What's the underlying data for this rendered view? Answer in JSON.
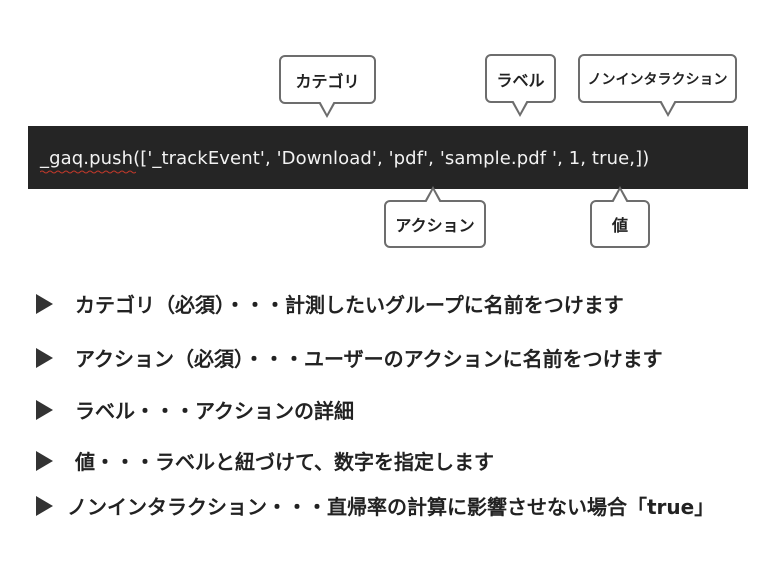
{
  "code": {
    "line": "_gaq.push(['_trackEvent', 'Download', 'pdf', 'sample.pdf ', 1, true,])"
  },
  "callouts": {
    "category": "カテゴリ",
    "label": "ラベル",
    "noninteraction": "ノンインタラクション",
    "action": "アクション",
    "value": "値"
  },
  "bullets": [
    "カテゴリ（必須）・・・計測したいグループに名前をつけます",
    "アクション（必須）・・・ユーザーのアクションに名前をつけます",
    "ラベル・・・アクションの詳細",
    "値・・・ラベルと紐づけて、数字を指定します",
    "ノンインタラクション・・・直帰率の計算に影響させない場合「true」"
  ],
  "colors": {
    "code_background": "#252525",
    "code_text": "#f2f2f2",
    "callout_border": "#6d6d6d",
    "spellcheck_underline": "#c0392b"
  }
}
